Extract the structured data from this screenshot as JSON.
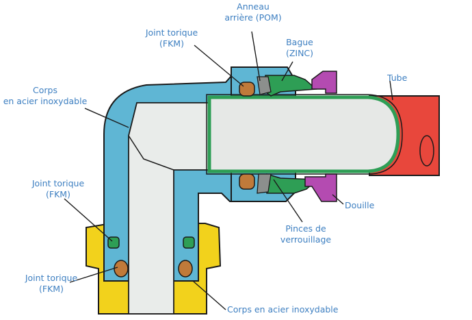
{
  "labels": {
    "anneau": "Anneau\narrière (POM)",
    "joint_top": "Joint torique\n(FKM)",
    "bague": "Bague\n(ZINC)",
    "tube": "Tube",
    "corps_top": "Corps\nen acier inoxydable",
    "joint_mid": "Joint torique\n(FKM)",
    "douille": "Douille",
    "pinces": "Pinces de\nverrouillage",
    "joint_bottom": "Joint torique\n(FKM)",
    "corps_bottom": "Corps en acier inoxydable"
  },
  "colors": {
    "label_text": "#3d7fc1",
    "body": "#5fb6d4",
    "bore": "#e9ecea",
    "tube": "#e8473c",
    "collet": "#2e9e55",
    "release_sleeve": "#b44bb1",
    "back_ring": "#8c8f8d",
    "o_ring": "#c07a3a",
    "nut": "#f2d21c",
    "line": "#1a1a1a"
  }
}
